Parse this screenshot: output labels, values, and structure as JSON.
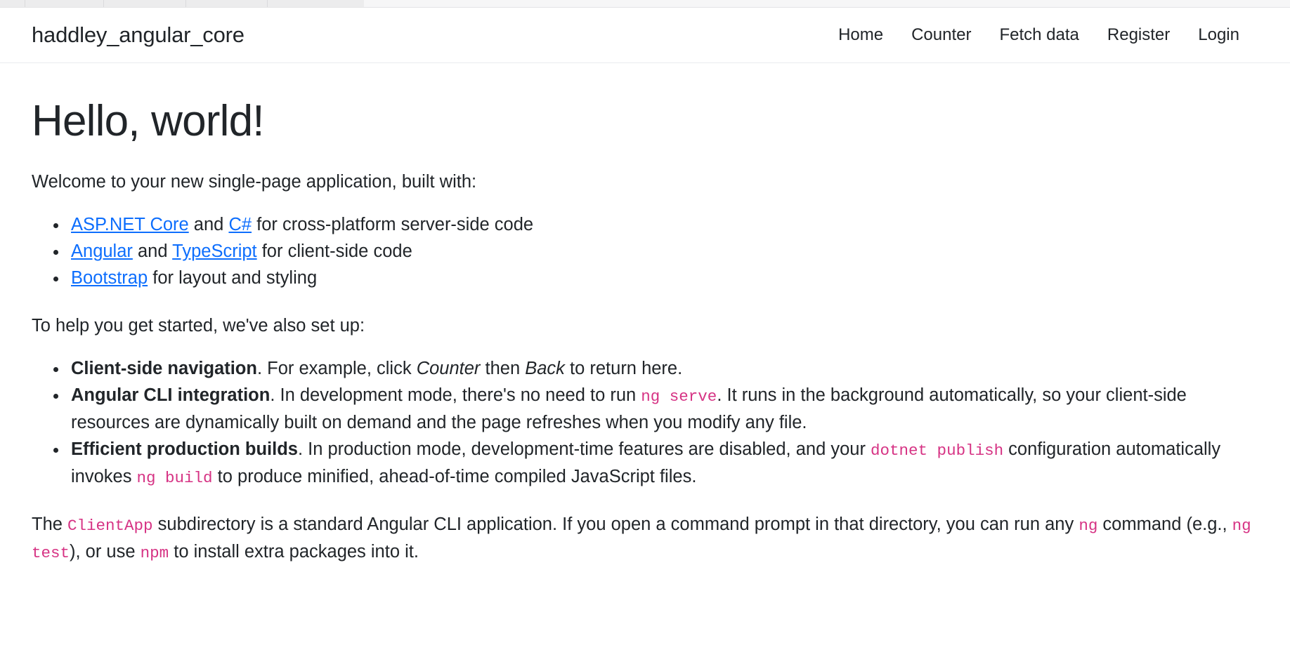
{
  "browser_chrome": {
    "visible_strip": true
  },
  "navbar": {
    "brand": "haddley_angular_core",
    "links": [
      {
        "label": "Home",
        "name": "nav-link-home"
      },
      {
        "label": "Counter",
        "name": "nav-link-counter"
      },
      {
        "label": "Fetch data",
        "name": "nav-link-fetch-data"
      },
      {
        "label": "Register",
        "name": "nav-link-register"
      },
      {
        "label": "Login",
        "name": "nav-link-login"
      }
    ]
  },
  "main": {
    "title": "Hello, world!",
    "intro": "Welcome to your new single-page application, built with:",
    "tech_list": {
      "item1": {
        "link1": "ASP.NET Core",
        "mid": " and ",
        "link2": "C#",
        "tail": " for cross-platform server-side code"
      },
      "item2": {
        "link1": "Angular",
        "mid": " and ",
        "link2": "TypeScript",
        "tail": " for client-side code"
      },
      "item3": {
        "link1": "Bootstrap",
        "tail": " for layout and styling"
      }
    },
    "setup_intro": "To help you get started, we've also set up:",
    "setup_list": {
      "item1": {
        "bold": "Client-side navigation",
        "part1": ". For example, click ",
        "italic1": "Counter",
        "part2": " then ",
        "italic2": "Back",
        "part3": " to return here."
      },
      "item2": {
        "bold": "Angular CLI integration",
        "part1": ". In development mode, there's no need to run ",
        "code1": "ng serve",
        "part2": ". It runs in the background automatically, so your client-side resources are dynamically built on demand and the page refreshes when you modify any file."
      },
      "item3": {
        "bold": "Efficient production builds",
        "part1": ". In production mode, development-time features are disabled, and your ",
        "code1": "dotnet publish",
        "part2": " configuration automatically invokes ",
        "code2": "ng build",
        "part3": " to produce minified, ahead-of-time compiled JavaScript files."
      }
    },
    "closing": {
      "part1": "The ",
      "code1": "ClientApp",
      "part2": " subdirectory is a standard Angular CLI application. If you open a command prompt in that directory, you can run any ",
      "code2": "ng",
      "part3": " command (e.g., ",
      "code3": "ng test",
      "part4": "), or use ",
      "code4": "npm",
      "part5": " to install extra packages into it."
    }
  },
  "colors": {
    "link": "#0d6efd",
    "code": "#d63384",
    "text": "#212529",
    "navbar_border": "#e9ecef",
    "background": "#ffffff"
  }
}
